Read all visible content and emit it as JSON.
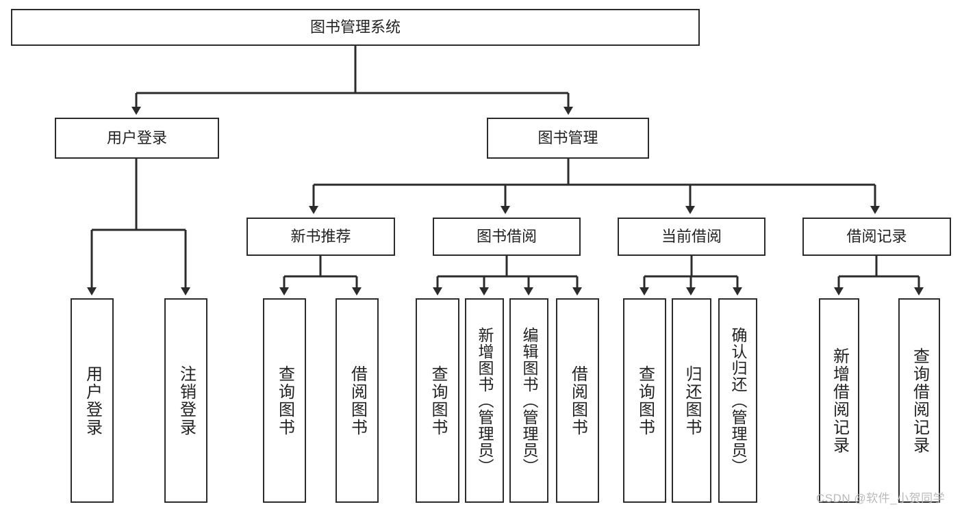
{
  "diagram": {
    "title": "图书管理系统",
    "type": "tree-hierarchy-functional-structure",
    "root": {
      "label": "图书管理系统"
    },
    "level2": [
      {
        "label": "用户登录"
      },
      {
        "label": "图书管理"
      }
    ],
    "level3": [
      {
        "label": "新书推荐"
      },
      {
        "label": "图书借阅"
      },
      {
        "label": "当前借阅"
      },
      {
        "label": "借阅记录"
      }
    ],
    "leaves": {
      "user_login": [
        {
          "label": "用户登录"
        },
        {
          "label": "注销登录"
        }
      ],
      "new_book_recommend": [
        {
          "label": "查询图书"
        },
        {
          "label": "借阅图书"
        }
      ],
      "book_borrow": [
        {
          "label": "查询图书"
        },
        {
          "label": "新增图书（管理员）"
        },
        {
          "label": "编辑图书（管理员）"
        },
        {
          "label": "借阅图书"
        }
      ],
      "current_borrow": [
        {
          "label": "查询图书"
        },
        {
          "label": "归还图书"
        },
        {
          "label": "确认归还（管理员）"
        }
      ],
      "borrow_record": [
        {
          "label": "新增借阅记录"
        },
        {
          "label": "查询借阅记录"
        }
      ]
    }
  },
  "watermark": {
    "text": "CSDN @软件_小贺同学"
  },
  "colors": {
    "stroke": "#2b2b2b",
    "box_fill": "#ffffff",
    "text": "#222222",
    "watermark": "#b9b9b9",
    "background": "#ffffff"
  }
}
